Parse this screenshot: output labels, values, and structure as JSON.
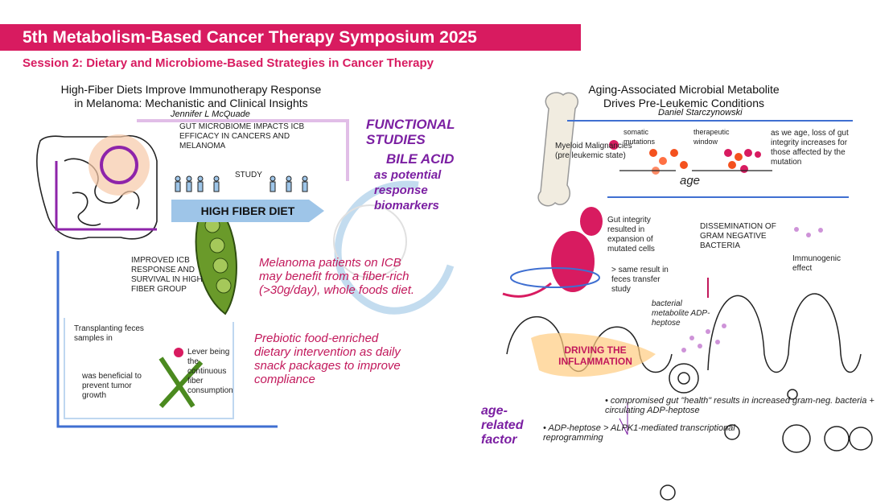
{
  "header": {
    "banner_title": "5th Metabolism-Based Cancer Therapy Symposium 2025",
    "session": "Session 2: Dietary and Microbiome-Based Strategies in Cancer Therapy"
  },
  "left_panel": {
    "title_line1": "High-Fiber Diets Improve Immunotherapy Response",
    "title_line2": "in Melanoma: Mechanistic and Clinical Insights",
    "author": "Jennifer L McQuade",
    "gut_microbiome_note": "Gut microbiome impacts ICB efficacy in cancers and melanoma",
    "study_label": "Study",
    "diet_banner": "HIGH FIBER DIET",
    "improved_note": "Improved ICB response and survival in high fiber group",
    "functional_studies": "FUNCTIONAL STUDIES",
    "bile_acid": "BILE ACID",
    "bile_acid_rest": "as potential response biomarkers",
    "melanoma_note": "Melanoma patients on ICB may benefit from a fiber-rich (>30g/day), whole foods diet.",
    "prebiotic_note": "Prebiotic food-enriched dietary intervention as daily snack packages to improve compliance",
    "transplant_note": "Transplanting feces samples in",
    "transplant_note2": "was beneficial to prevent tumor growth",
    "lever_note": "Lever being the continuous fiber consumption"
  },
  "right_panel": {
    "title_line1": "Aging-Associated Microbial Metabolite",
    "title_line2": "Drives Pre-Leukemic Conditions",
    "author": "Daniel Starczynowski",
    "myeloid": "Myeloid Malignancies (pre leukemic state)",
    "somatic": "somatic mutations",
    "therapeutic": "therapeutic window",
    "age": "age",
    "age_note": "as we age, loss of gut integrity increases for those affected by the mutation",
    "gut_integrity": "Gut integrity resulted in expansion of mutated cells",
    "feces_transfer": "> same result in feces transfer study",
    "dissemination": "DISSEMINATION OF GRAM NEGATIVE BACTERIA",
    "immunogenic": "Immunogenic effect",
    "bacterial_metabolite": "bacterial metabolite ADP-heptose",
    "driving": "DRIVING THE INFLAMMATION",
    "compromised": "• compromised gut \"health\" results in increased gram-neg. bacteria + circulating ADP-heptose",
    "age_related": "age-related factor",
    "alpk1": "• ADP-heptose > ALPK1-mediated transcriptional reprogramming"
  },
  "colors": {
    "magenta": "#d81b60",
    "purple": "#7b1fa2",
    "blue": "#3f6fd1",
    "green": "#3f7d1f"
  }
}
